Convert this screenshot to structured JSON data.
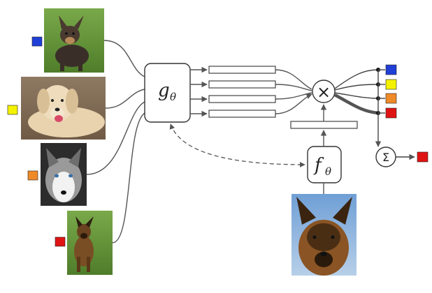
{
  "modules": {
    "g": {
      "symbol": "g",
      "subscript": "θ"
    },
    "f": {
      "symbol": "f",
      "subscript": "θ"
    }
  },
  "operators": {
    "multiply": "×",
    "sum": "Σ"
  },
  "support_images": [
    {
      "icon": "chihuahua-dog-photo",
      "label_color": "#1f3fd6"
    },
    {
      "icon": "labrador-dog-photo",
      "label_color": "#f4f200"
    },
    {
      "icon": "husky-dog-photo",
      "label_color": "#ef8a28"
    },
    {
      "icon": "german-shepherd-puppy-photo",
      "label_color": "#e01313"
    }
  ],
  "query_image": {
    "icon": "german-shepherd-dog-photo"
  },
  "output_labels": [
    "#1f3fd6",
    "#f4f200",
    "#ef8a28",
    "#e01313"
  ],
  "sum_output_color": "#e01313"
}
